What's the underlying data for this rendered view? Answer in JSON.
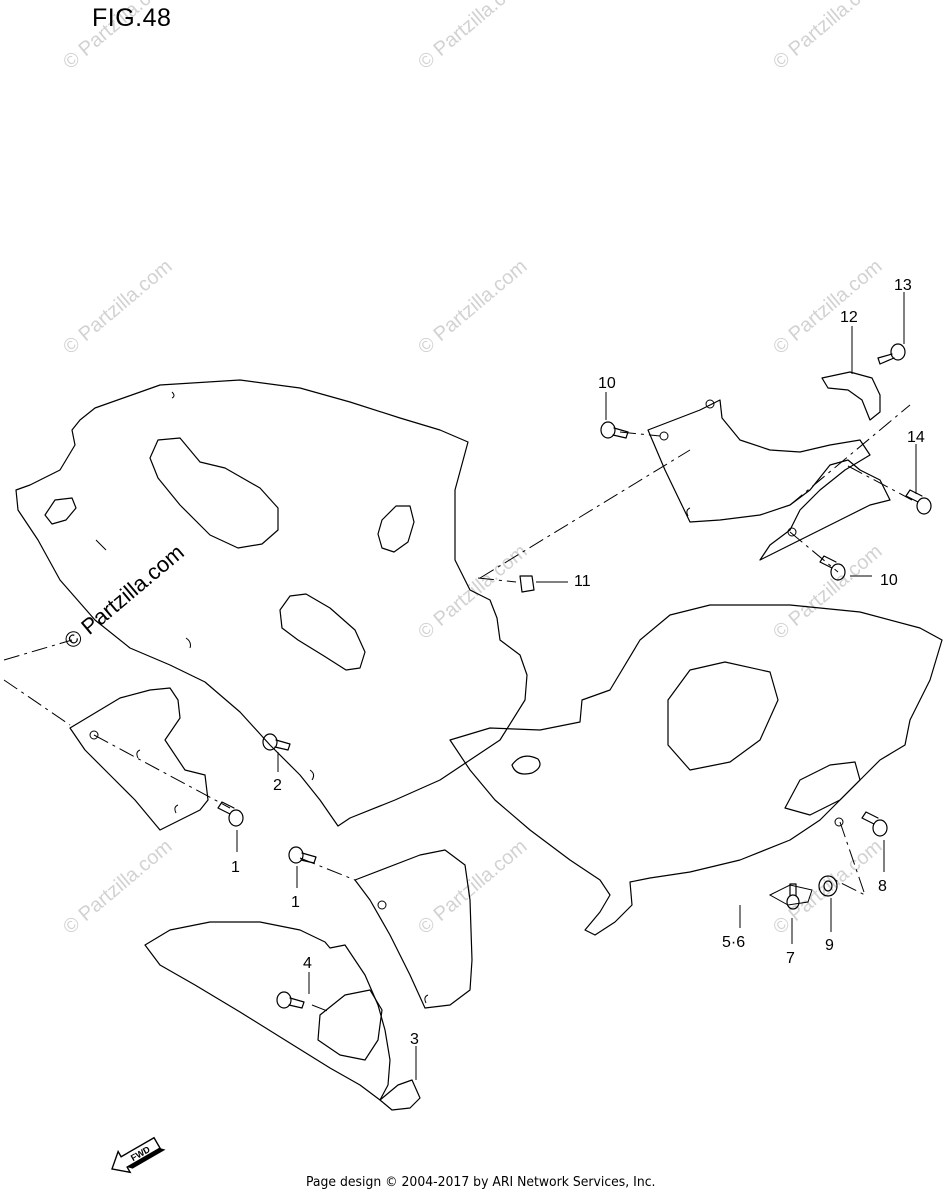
{
  "figure_title": "FIG.48",
  "footer_text": "Page design © 2004-2017 by ARI Network Services, Inc.",
  "watermark_text": "© Partzilla.com",
  "fwd_label": "FWD",
  "callouts": [
    "1",
    "1",
    "2",
    "3",
    "4",
    "5·6",
    "7",
    "8",
    "9",
    "10",
    "10",
    "11",
    "12",
    "13",
    "14"
  ]
}
